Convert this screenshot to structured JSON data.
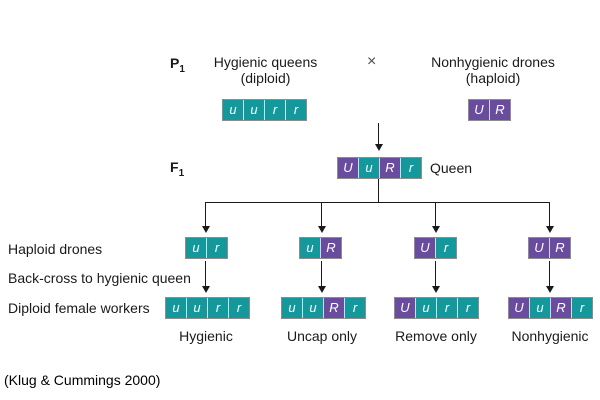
{
  "colors": {
    "teal": "#14989c",
    "purple": "#6a4c9e",
    "arrow": "#1a1a1a"
  },
  "p1": {
    "gen_label": "P",
    "gen_sub": "1",
    "queen_title": "Hygienic queens",
    "queen_subtitle": "(diploid)",
    "cross": "×",
    "drone_title": "Nonhygienic drones",
    "drone_subtitle": "(haploid)",
    "queen_alleles": [
      {
        "letter": "u",
        "color": "teal"
      },
      {
        "letter": "u",
        "color": "teal"
      },
      {
        "letter": "r",
        "color": "teal"
      },
      {
        "letter": "r",
        "color": "teal"
      }
    ],
    "drone_alleles": [
      {
        "letter": "U",
        "color": "purple"
      },
      {
        "letter": "R",
        "color": "purple"
      }
    ]
  },
  "f1": {
    "gen_label": "F",
    "gen_sub": "1",
    "caption": "Queen",
    "alleles": [
      {
        "letter": "U",
        "color": "purple"
      },
      {
        "letter": "u",
        "color": "teal"
      },
      {
        "letter": "R",
        "color": "purple"
      },
      {
        "letter": "r",
        "color": "teal"
      }
    ]
  },
  "row_labels": {
    "haploid_drones": "Haploid drones",
    "backcross": "Back-cross to hygienic queen",
    "workers": "Diploid female workers"
  },
  "drones": [
    {
      "alleles": [
        {
          "letter": "u",
          "color": "teal"
        },
        {
          "letter": "r",
          "color": "teal"
        }
      ]
    },
    {
      "alleles": [
        {
          "letter": "u",
          "color": "teal"
        },
        {
          "letter": "R",
          "color": "purple"
        }
      ]
    },
    {
      "alleles": [
        {
          "letter": "U",
          "color": "purple"
        },
        {
          "letter": "r",
          "color": "teal"
        }
      ]
    },
    {
      "alleles": [
        {
          "letter": "U",
          "color": "purple"
        },
        {
          "letter": "R",
          "color": "purple"
        }
      ]
    }
  ],
  "workers": [
    {
      "phenotype": "Hygienic",
      "alleles": [
        {
          "letter": "u",
          "color": "teal"
        },
        {
          "letter": "u",
          "color": "teal"
        },
        {
          "letter": "r",
          "color": "teal"
        },
        {
          "letter": "r",
          "color": "teal"
        }
      ]
    },
    {
      "phenotype": "Uncap only",
      "alleles": [
        {
          "letter": "u",
          "color": "teal"
        },
        {
          "letter": "u",
          "color": "teal"
        },
        {
          "letter": "R",
          "color": "purple"
        },
        {
          "letter": "r",
          "color": "teal"
        }
      ]
    },
    {
      "phenotype": "Remove only",
      "alleles": [
        {
          "letter": "U",
          "color": "purple"
        },
        {
          "letter": "u",
          "color": "teal"
        },
        {
          "letter": "r",
          "color": "teal"
        },
        {
          "letter": "r",
          "color": "teal"
        }
      ]
    },
    {
      "phenotype": "Nonhygienic",
      "alleles": [
        {
          "letter": "U",
          "color": "purple"
        },
        {
          "letter": "u",
          "color": "teal"
        },
        {
          "letter": "R",
          "color": "purple"
        },
        {
          "letter": "r",
          "color": "teal"
        }
      ]
    }
  ],
  "citation": "(Klug & Cummings 2000)"
}
